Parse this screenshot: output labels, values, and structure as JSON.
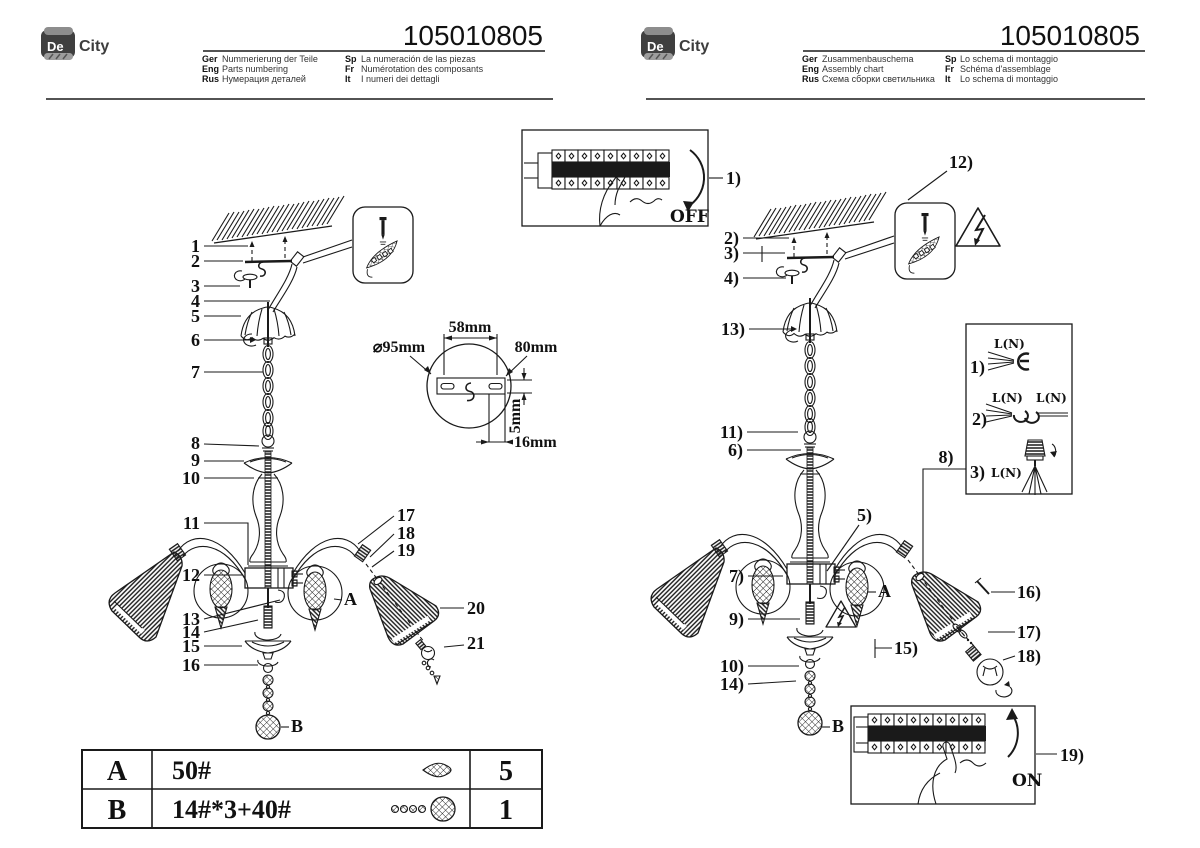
{
  "part_number": "105010805",
  "brand": {
    "de": "De",
    "city": "City"
  },
  "left_header": {
    "col1": [
      {
        "tag": "Ger",
        "text": "Nummerierung der Teile"
      },
      {
        "tag": "Eng",
        "text": "Parts numbering"
      },
      {
        "tag": "Rus",
        "text": "Нумерация деталей"
      }
    ],
    "col2": [
      {
        "tag": "Sp",
        "text": "La numeración de las piezas"
      },
      {
        "tag": "Fr",
        "text": "Numérotation des composants"
      },
      {
        "tag": "It",
        "text": "I numeri dei dettagli"
      }
    ]
  },
  "right_header": {
    "col1": [
      {
        "tag": "Ger",
        "text": "Zusammenbauschema"
      },
      {
        "tag": "Eng",
        "text": "Assembly chart"
      },
      {
        "tag": "Rus",
        "text": "Схема сборки светильника"
      }
    ],
    "col2": [
      {
        "tag": "Sp",
        "text": "Lo schema di montaggio"
      },
      {
        "tag": "Fr",
        "text": "Schéma d'assemblage"
      },
      {
        "tag": "It",
        "text": "Lo schema di montaggio"
      }
    ]
  },
  "parts_numbers": [
    "1",
    "2",
    "3",
    "4",
    "5",
    "6",
    "7",
    "8",
    "9",
    "10",
    "11",
    "12",
    "13",
    "14",
    "15",
    "16",
    "17",
    "18",
    "19",
    "20",
    "21"
  ],
  "parts_letters": {
    "a": "A",
    "b": "B"
  },
  "assembly_numbers": [
    "1)",
    "2)",
    "3)",
    "4)",
    "5)",
    "6)",
    "7)",
    "8)",
    "9)",
    "10)",
    "11)",
    "12)",
    "13)",
    "14)",
    "15)",
    "16)",
    "17)",
    "18)",
    "19)"
  ],
  "assembly_letters": {
    "a": "A",
    "b": "B"
  },
  "switch": {
    "off": "OFF",
    "on": "ON"
  },
  "dimensions": {
    "width": "58mm",
    "diameter": "⌀95mm",
    "depth": "80mm",
    "step": "5mm",
    "tube": "16mm"
  },
  "wiring": {
    "step1": {
      "num": "1)",
      "ln": "L(N)"
    },
    "step2": {
      "num": "2)",
      "ln1": "L(N)",
      "ln2": "L(N)"
    },
    "step3": {
      "num": "3)",
      "ln": "L(N)"
    }
  },
  "table": {
    "rows": [
      {
        "letter": "A",
        "spec": "50#",
        "icon": "crystal-drop",
        "qty": "5"
      },
      {
        "letter": "B",
        "spec": "14#*3+40#",
        "icon": "bead-chain-with-ball",
        "qty": "1"
      }
    ]
  }
}
